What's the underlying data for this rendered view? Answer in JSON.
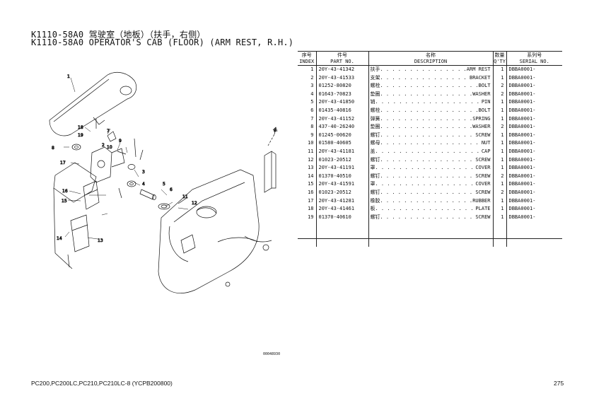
{
  "header": {
    "title_cn": "K1110-58A0 驾驶室（地板）（扶手，右侧）",
    "title_en": "K1110-58A0 OPERATOR'S CAB (FLOOR) (ARM REST, R.H.)"
  },
  "columns": [
    {
      "cn": "序号",
      "en": "INDEX"
    },
    {
      "cn": "件号",
      "en": "PART NO."
    },
    {
      "cn": "名称",
      "en": "DESCRIPTION"
    },
    {
      "cn": "数量",
      "en": "Q'TY"
    },
    {
      "cn": "系列号",
      "en": "SERIAL NO."
    }
  ],
  "parts": [
    {
      "index": "1",
      "part_no": "20Y-43-41342",
      "desc_cn": "扶手",
      "desc_en": "ARM REST",
      "qty": "1",
      "serial": "DBBA0001-"
    },
    {
      "index": "2",
      "part_no": "20Y-43-41533",
      "desc_cn": "支架",
      "desc_en": "BRACKET",
      "qty": "1",
      "serial": "DBBA0001-"
    },
    {
      "index": "3",
      "part_no": "01252-80820",
      "desc_cn": "螺栓",
      "desc_en": "BOLT",
      "qty": "2",
      "serial": "DBBA0001-"
    },
    {
      "index": "4",
      "part_no": "01643-70823",
      "desc_cn": "垫圈",
      "desc_en": "WASHER",
      "qty": "2",
      "serial": "DBBA0001-"
    },
    {
      "index": "5",
      "part_no": "20Y-43-41850",
      "desc_cn": "销",
      "desc_en": "PIN",
      "qty": "1",
      "serial": "DBBA0001-"
    },
    {
      "index": "6",
      "part_no": "01435-40816",
      "desc_cn": "螺栓",
      "desc_en": "BOLT",
      "qty": "1",
      "serial": "DBBA0001-"
    },
    {
      "index": "7",
      "part_no": "20Y-43-41152",
      "desc_cn": "弹簧",
      "desc_en": "SPRING",
      "qty": "1",
      "serial": "DBBA0001-"
    },
    {
      "index": "8",
      "part_no": "437-40-26240",
      "desc_cn": "垫圈",
      "desc_en": "WASHER",
      "qty": "2",
      "serial": "DBBA0001-"
    },
    {
      "index": "9",
      "part_no": "01245-00620",
      "desc_cn": "螺钉",
      "desc_en": "SCREW",
      "qty": "1",
      "serial": "DBBA0001-"
    },
    {
      "index": "10",
      "part_no": "01580-40605",
      "desc_cn": "螺母",
      "desc_en": "NUT",
      "qty": "1",
      "serial": "DBBA0001-"
    },
    {
      "index": "11",
      "part_no": "20Y-43-41181",
      "desc_cn": "盖",
      "desc_en": "CAP",
      "qty": "1",
      "serial": "DBBA0001-"
    },
    {
      "index": "12",
      "part_no": "01023-20512",
      "desc_cn": "螺钉",
      "desc_en": "SCREW",
      "qty": "1",
      "serial": "DBBA0001-"
    },
    {
      "index": "13",
      "part_no": "20Y-43-41191",
      "desc_cn": "罩",
      "desc_en": "COVER",
      "qty": "1",
      "serial": "DBBA0001-"
    },
    {
      "index": "14",
      "part_no": "01370-40510",
      "desc_cn": "螺钉",
      "desc_en": "SCREW",
      "qty": "2",
      "serial": "DBBA0001-"
    },
    {
      "index": "15",
      "part_no": "20Y-43-41591",
      "desc_cn": "罩",
      "desc_en": "COVER",
      "qty": "1",
      "serial": "DBBA0001-"
    },
    {
      "index": "16",
      "part_no": "01023-20512",
      "desc_cn": "螺钉",
      "desc_en": "SCREW",
      "qty": "2",
      "serial": "DBBA0001-"
    },
    {
      "index": "17",
      "part_no": "20Y-43-41281",
      "desc_cn": "橡胶",
      "desc_en": "RUBBER",
      "qty": "1",
      "serial": "DBBA0001-"
    },
    {
      "index": "18",
      "part_no": "20Y-43-41461",
      "desc_cn": "板",
      "desc_en": "PLATE",
      "qty": "1",
      "serial": "DBBA0001-"
    },
    {
      "index": "19",
      "part_no": "01370-40610",
      "desc_cn": "螺钉",
      "desc_en": "SCREW",
      "qty": "1",
      "serial": "DBBA0001-"
    }
  ],
  "drawing": {
    "drawing_number": "00048930",
    "callouts": [
      "1",
      "2",
      "3",
      "4",
      "5",
      "6",
      "7",
      "8",
      "9",
      "10",
      "11",
      "12",
      "13",
      "14",
      "15",
      "16",
      "17",
      "18",
      "19"
    ],
    "reference_mark": "a"
  },
  "footer": {
    "models": "PC200,PC200LC,PC210,PC210LC-8 (YCPB200800)",
    "page_number": "275"
  }
}
